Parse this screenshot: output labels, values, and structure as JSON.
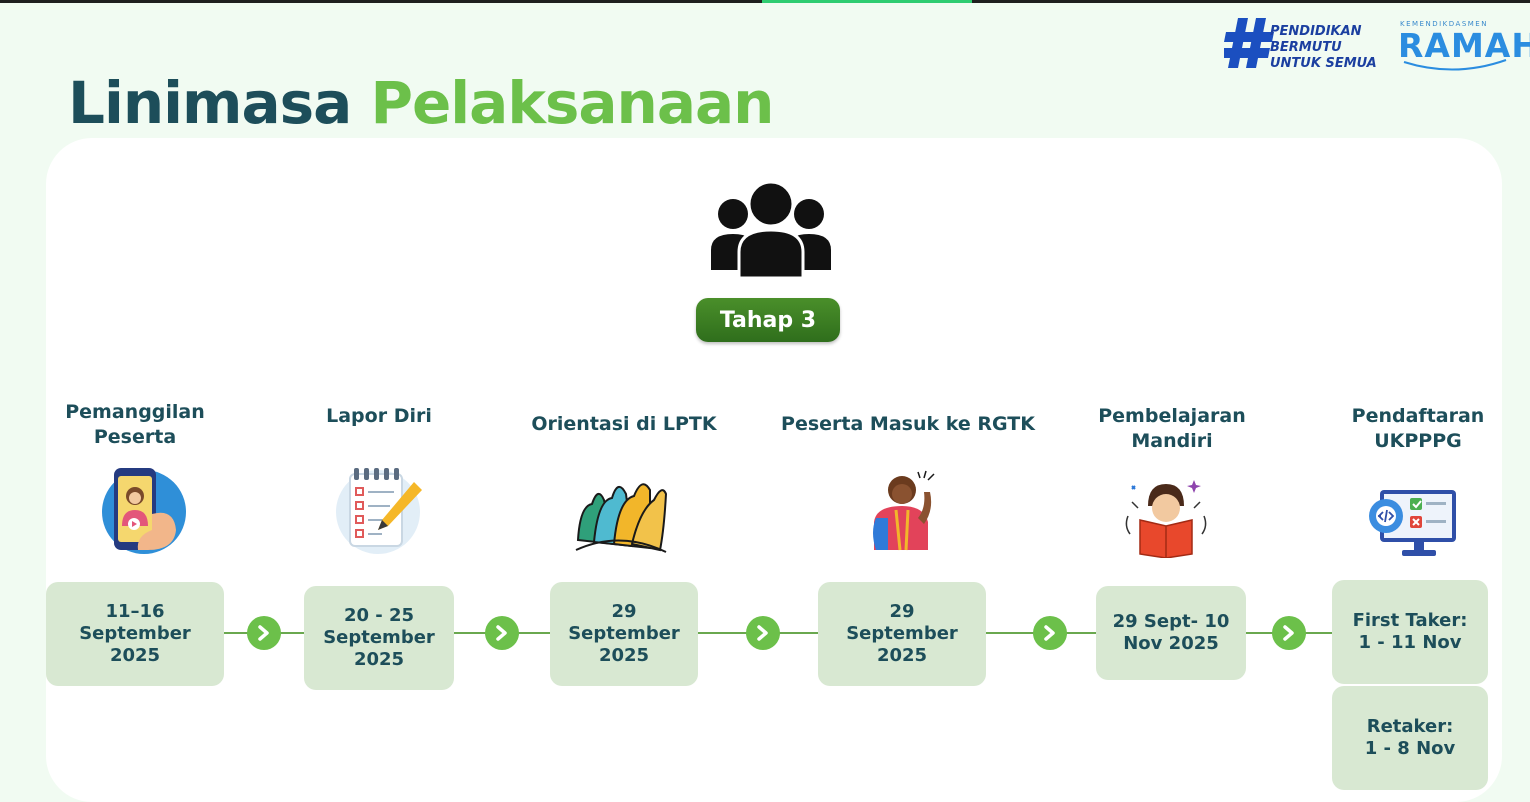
{
  "title": {
    "part1": "Linimasa",
    "part2": "Pelaksanaan"
  },
  "logos": {
    "pendidikan": [
      "PENDIDIKAN",
      "BERMUTU",
      "UNTUK SEMUA"
    ],
    "ministry": "KEMENDIKDASMEN",
    "ramah": "RAMAH"
  },
  "stage_badge": "Tahap 3",
  "steps": [
    {
      "title": [
        "Pemanggilan",
        "Peserta"
      ],
      "icon": "phone-video-call-icon",
      "date": [
        "11–16",
        "September",
        "2025"
      ]
    },
    {
      "title": [
        "Lapor Diri"
      ],
      "icon": "checklist-pencil-icon",
      "date": [
        "20 - 25",
        "September",
        "2025"
      ]
    },
    {
      "title": [
        "Orientasi di LPTK"
      ],
      "icon": "raised-hands-crowd-icon",
      "date": [
        "29",
        "September",
        "2025"
      ]
    },
    {
      "title": [
        "Peserta Masuk ke RGTK"
      ],
      "icon": "student-waving-icon",
      "date": [
        "29",
        "September",
        "2025"
      ]
    },
    {
      "title": [
        "Pembelajaran",
        "Mandiri"
      ],
      "icon": "reading-book-icon",
      "date": [
        "29 Sept- 10",
        "Nov 2025"
      ]
    },
    {
      "title": [
        "Pendaftaran",
        "UKPPPG"
      ],
      "icon": "computer-settings-icon",
      "date": [
        "First Taker:",
        "1 - 11 Nov"
      ],
      "date2": [
        "Retaker:",
        "1 - 8 Nov"
      ]
    }
  ],
  "colors": {
    "accent_green": "#6cc04a",
    "dark_teal": "#1d4e5a",
    "badge_green": "#3d7f24",
    "box_bg": "#d8e8d2"
  }
}
